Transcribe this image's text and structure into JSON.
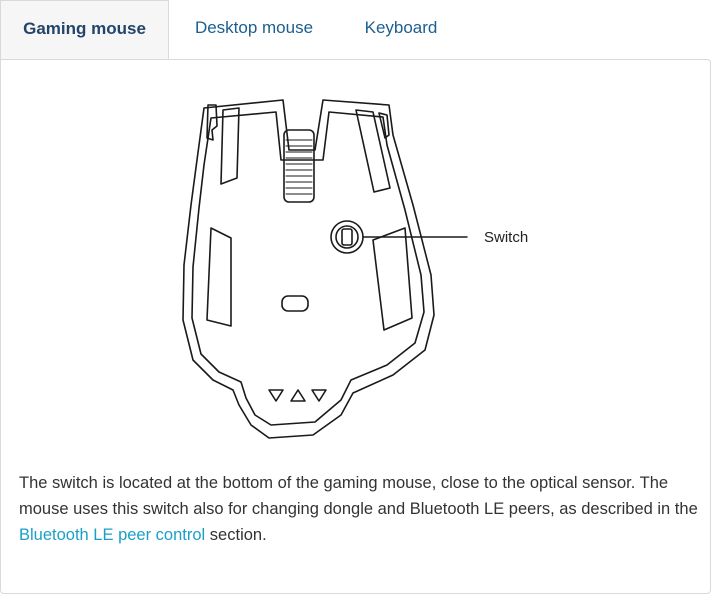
{
  "tabs": [
    {
      "label": "Gaming mouse",
      "active": true
    },
    {
      "label": "Desktop mouse",
      "active": false
    },
    {
      "label": "Keyboard",
      "active": false
    }
  ],
  "figure": {
    "callout_label": "Switch"
  },
  "description": {
    "text_before_link": "The switch is located at the bottom of the gaming mouse, close to the optical sensor. The mouse uses this switch also for changing dongle and Bluetooth LE peers, as described in the ",
    "link_text": "Bluetooth LE peer control",
    "text_after_link": " section."
  },
  "colors": {
    "tab_text": "#1b5f8f",
    "active_tab_bg": "#f6f6f6",
    "link": "#1aa0c7",
    "border": "#d9d9d9"
  }
}
